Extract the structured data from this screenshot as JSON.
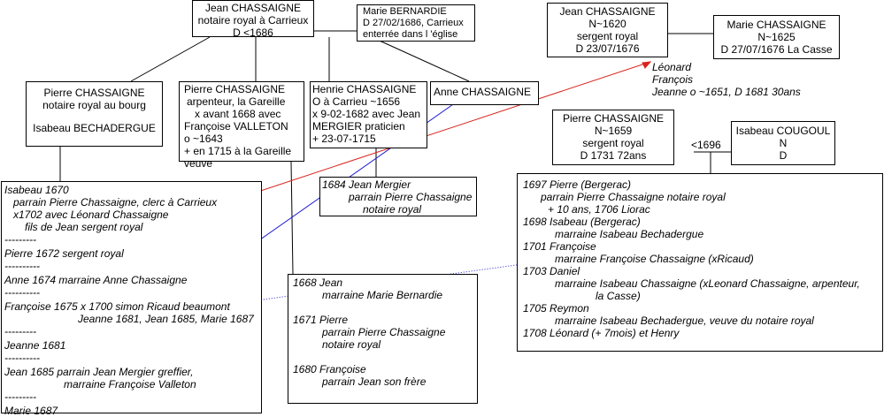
{
  "boxes": {
    "jean_top": [
      "Jean CHASSAIGNE",
      "notaire royal à Carrieux",
      "D <1686"
    ],
    "marie_bernardie": [
      "Marie BERNARDIE",
      "D 27/02/1686, Carrieux",
      "enterrée dans l 'église"
    ],
    "jean_1620": [
      "Jean CHASSAIGNE",
      "N~1620",
      "sergent royal",
      "D 23/07/1676"
    ],
    "marie_1625": [
      "Marie CHASSAIGNE",
      "N~1625",
      "D 27/07/1676 La Casse"
    ],
    "pierre_bourg": [
      "Pierre CHASSAIGNE",
      "notaire royal au bourg",
      "Isabeau BECHADERGUE"
    ],
    "pierre_arpenteur": [
      "Pierre CHASSAIGNE",
      "arpenteur, la Gareille",
      "x avant 1668 avec",
      "Françoise VALLETON",
      "o ~1643",
      "+ en 1715 à la Gareille",
      "veuve"
    ],
    "henrie": [
      "Henrie CHASSAIGNE",
      "O à Carrieu ~1656",
      "x 9-02-1682 avec Jean",
      "MERGIER praticien",
      "+ 23-07-1715"
    ],
    "anne": [
      "Anne CHASSAIGNE"
    ],
    "pierre_1659": [
      "Pierre CHASSAIGNE",
      "N~1659",
      "sergent royal",
      "D 1731 72ans"
    ],
    "isabeau_cougoul": [
      "Isabeau COUGOUL",
      "N",
      "D"
    ]
  },
  "marriage_label": "<1696",
  "leonard_block": [
    "Léonard",
    "François",
    "Jeanne o ~1651, D 1681 30ans"
  ],
  "children_left": [
    "Isabeau 1670",
    "parrain Pierre Chassaigne, clerc à Carrieux",
    "x1702 avec Léonard Chassaigne",
    "fils de Jean sergent royal",
    "---------",
    "Pierre 1672 sergent royal",
    "----------",
    "Anne 1674 marraine Anne Chassaigne",
    "----------",
    "Françoise 1675  x 1700 simon Ricaud beaumont",
    "Jeanne 1681, Jean 1685, Marie 1687",
    "---------",
    "Jeanne 1681",
    "----------",
    "Jean 1685 parrain Jean Mergier greffier,",
    "marraine Françoise Valleton",
    "---------",
    "Marie 1687"
  ],
  "jean_mergier": [
    "1684 Jean Mergier",
    "parrain Pierre Chassaigne",
    "notaire royal"
  ],
  "children_mid": [
    "1668 Jean",
    "marraine Marie Bernardie",
    "",
    "1671 Pierre",
    "parrain Pierre Chassaigne",
    "notaire royal",
    "",
    "1680 Françoise",
    "parrain Jean son frère"
  ],
  "children_right": [
    "1697 Pierre (Bergerac)",
    "parrain Pierre Chassaigne notaire royal",
    "+  10 ans, 1706 Liorac",
    "1698 Isabeau (Bergerac)",
    "marraine  Isabeau Bechadergue",
    "1701 Françoise",
    "marraine Françoise Chassaigne (xRicaud)",
    "1703 Daniel",
    "marraine Isabeau Chassaigne (xLeonard Chassaigne, arpenteur,",
    "la Casse)",
    "1705 Reymon",
    "marraine  Isabeau Bechadergue, veuve du notaire royal",
    "1708 Léonard (+ 7mois) et Henry"
  ],
  "colors": {
    "line": "#000000",
    "red_link": "#d9241c",
    "blue_link": "#1f1fd6"
  }
}
